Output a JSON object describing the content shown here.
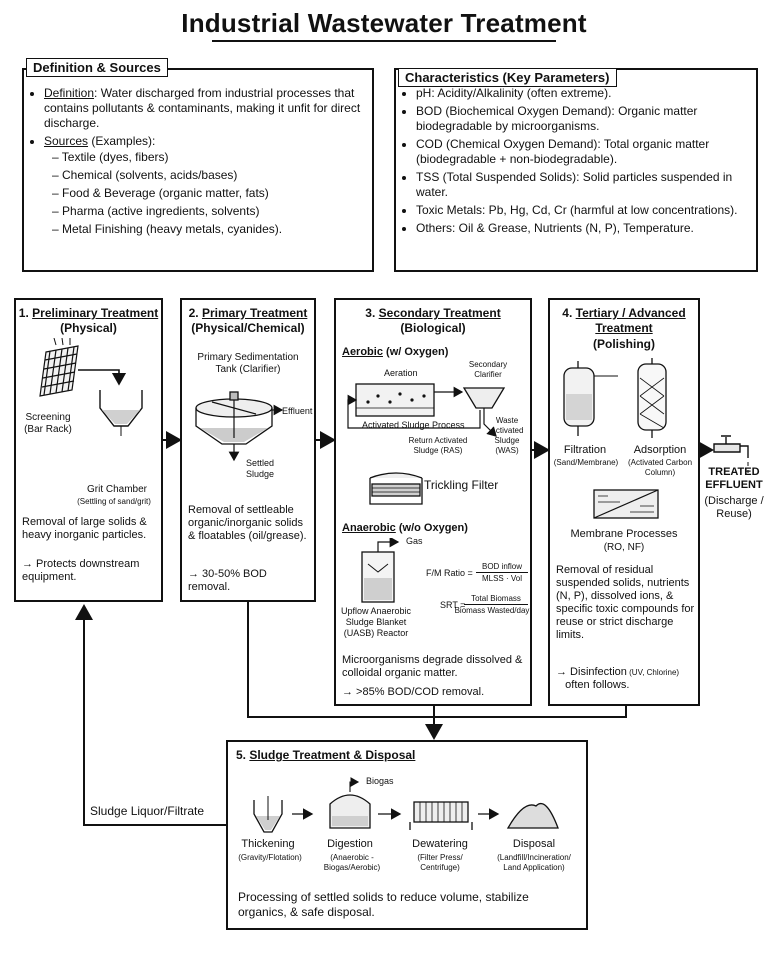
{
  "page_title": "Industrial Wastewater Treatment",
  "definition": {
    "tab": "Definition & Sources",
    "def_label": "Definition",
    "def_text": ": Water discharged from industrial processes that contains pollutants & contaminants, making it unfit for direct discharge.",
    "sources_label": "Sources",
    "sources_suffix": " (Examples):",
    "sources": [
      "Textile (dyes, fibers)",
      "Chemical (solvents, acids/bases)",
      "Food & Beverage (organic matter, fats)",
      "Pharma (active ingredients, solvents)",
      "Metal Finishing (heavy metals, cyanides)."
    ]
  },
  "characteristics": {
    "tab": "Characteristics (Key Parameters)",
    "items": [
      "pH: Acidity/Alkalinity (often extreme).",
      "BOD (Biochemical Oxygen Demand): Organic matter biodegradable by microorganisms.",
      "COD (Chemical Oxygen Demand): Total organic matter (biodegradable + non-biodegradable).",
      "TSS (Total Suspended Solids): Solid particles suspended in water.",
      "Toxic Metals: Pb, Hg, Cd, Cr (harmful at low concentrations).",
      "Others: Oil & Grease, Nutrients (N, P), Temperature."
    ]
  },
  "preliminary": {
    "num": "1. ",
    "title": "Preliminary Treatment",
    "subtitle": "(Physical)",
    "screen_label": "Screening\n(Bar Rack)",
    "grit_label": "Grit Chamber",
    "grit_sub": "(Settling of sand/grit)",
    "desc": "Removal of large solids & heavy inorganic particles.",
    "note": "→ Protects downstream equipment."
  },
  "primary": {
    "num": "2. ",
    "title": "Primary Treatment",
    "subtitle": "(Physical/Chemical)",
    "tank_label": "Primary Sedimentation Tank (Clarifier)",
    "effluent": "Effluent",
    "settled": "Settled\nSludge",
    "desc": "Removal of settleable organic/inorganic solids & floatables (oil/grease).",
    "note": "→ 30-50% BOD removal."
  },
  "secondary": {
    "num": "3. ",
    "title": "Secondary Treatment",
    "subtitle": "(Biological)",
    "aerobic_label": "Aerobic",
    "aerobic_suffix": " (w/ Oxygen)",
    "aeration": "Aeration",
    "sec_clarifier": "Secondary\nClarifier",
    "asp": "Activated Sludge Process",
    "ras": "Return Activated\nSludge (RAS)",
    "was": "Waste\nActivated\nSludge\n(WAS)",
    "trickling": "Trickling Filter",
    "anaerobic_label": "Anaerobic",
    "anaerobic_suffix": " (w/o Oxygen)",
    "gas": "Gas",
    "uasb": "Upflow Anaerobic\nSludge Blanket\n(UASB) Reactor",
    "fm_label": "F/M Ratio =",
    "fm_num": "BOD inflow",
    "fm_den": "MLSS · Vol",
    "srt_label": "SRT =",
    "srt_num": "Total Biomass",
    "srt_den": "Biomass Wasted/day",
    "desc": "Microorganisms degrade dissolved & colloidal organic matter.",
    "note": "→ >85% BOD/COD removal."
  },
  "tertiary": {
    "num": "4. ",
    "title": "Tertiary / Advanced\nTreatment",
    "subtitle": "(Polishing)",
    "filtration": "Filtration",
    "filtration_sub": "(Sand/Membrane)",
    "adsorption": "Adsorption",
    "adsorption_sub": "(Activated Carbon\nColumn)",
    "membrane": "Membrane Processes",
    "membrane_sub": "(RO, NF)",
    "desc": "Removal of residual suspended solids, nutrients (N, P), dissolved ions, & specific toxic compounds for reuse or strict discharge limits.",
    "note_arrow": "→ Disinfection",
    "note_small": " (UV, Chlorine)",
    "note_end": "often follows."
  },
  "effluent": {
    "title": "TREATED\nEFFLUENT",
    "sub": "(Discharge /\nReuse)"
  },
  "sludge": {
    "num": "5. ",
    "title": "Sludge Treatment & Disposal",
    "biogas": "Biogas",
    "steps": [
      {
        "label": "Thickening",
        "sub": "(Gravity/Flotation)"
      },
      {
        "label": "Digestion",
        "sub": "(Anaerobic -\nBiogas/Aerobic)"
      },
      {
        "label": "Dewatering",
        "sub": "(Filter Press/\nCentrifuge)"
      },
      {
        "label": "Disposal",
        "sub": "(Landfill/Incineration/\nLand Application)"
      }
    ],
    "desc": "Processing of settled solids to reduce volume, stabilize organics, & safe disposal."
  },
  "liquor_label": "Sludge Liquor/Filtrate"
}
